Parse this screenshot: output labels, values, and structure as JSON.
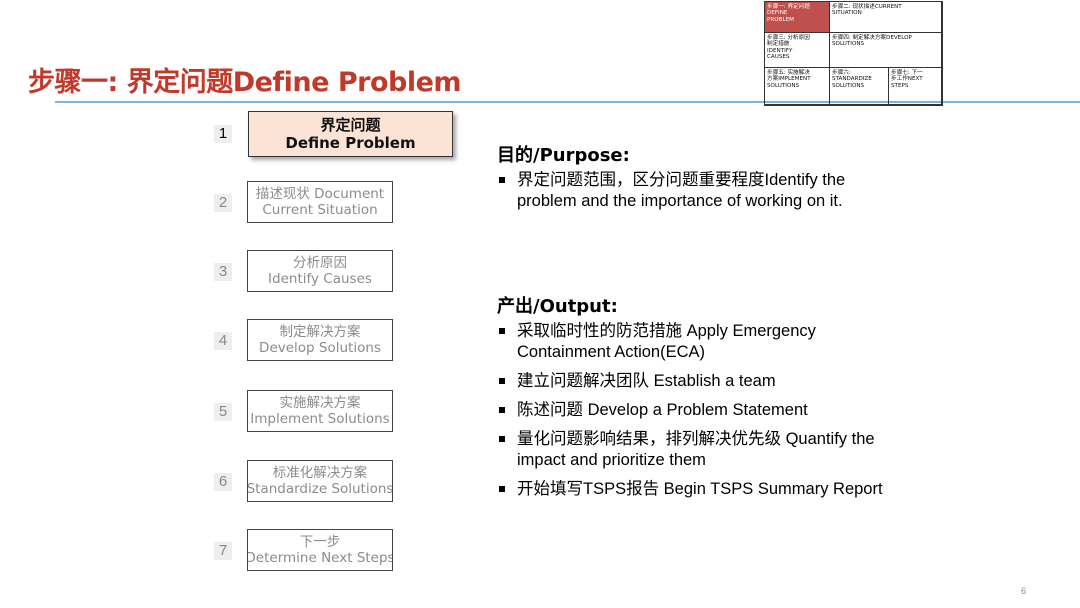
{
  "title": "步骤一: 界定问题Define Problem",
  "mini_nav": {
    "cells": [
      "步骤一: 界定问题\nDEFINE\nPROBLEM",
      "步骤二: 现状描述CURRENT\nSITUATION",
      "步骤三: 分析原因\n制定措施\nIDENTIFY\nCAUSES",
      "步骤四: 制定解决方案DEVELOP\nSOLUTIONS",
      "步骤五: 实施解决\n方案IMPLEMENT\nSOLUTIONS",
      "步骤六:\nSTANDARDIZE\nSOLUTIONS",
      "步骤七: 下一\n步工作NEXT\nSTEPS"
    ],
    "active_color": "#c0504d"
  },
  "steps": [
    {
      "num": "1",
      "line1": "界定问题",
      "line2": "Define Problem"
    },
    {
      "num": "2",
      "line1": "描述现状 Document",
      "line2": "Current Situation"
    },
    {
      "num": "3",
      "line1": "分析原因",
      "line2": "Identify Causes"
    },
    {
      "num": "4",
      "line1": "制定解决方案",
      "line2": "Develop Solutions"
    },
    {
      "num": "5",
      "line1": "实施解决方案",
      "line2": "Implement Solutions"
    },
    {
      "num": "6",
      "line1": "标准化解决方案",
      "line2": "Standardize Solutions"
    },
    {
      "num": "7",
      "line1": "下一步",
      "line2": "Determine Next Steps"
    }
  ],
  "purpose": {
    "title": "目的/Purpose:",
    "items": [
      "界定问题范围，区分问题重要程度Identify the problem and the importance of working on it."
    ]
  },
  "output": {
    "title": "产出/Output:",
    "items": [
      "采取临时性的防范措施 Apply Emergency Containment Action(ECA)",
      "建立问题解决团队 Establish a team",
      "陈述问题 Develop a Problem Statement",
      "量化问题影响结果，排列解决优先级 Quantify the impact and prioritize them",
      "开始填写TSPS报告 Begin TSPS Summary Report"
    ]
  },
  "page_number": "6",
  "colors": {
    "title": "#c0392b",
    "rule": "#7fb2dc",
    "active_step_bg": "#fbe4d5"
  }
}
